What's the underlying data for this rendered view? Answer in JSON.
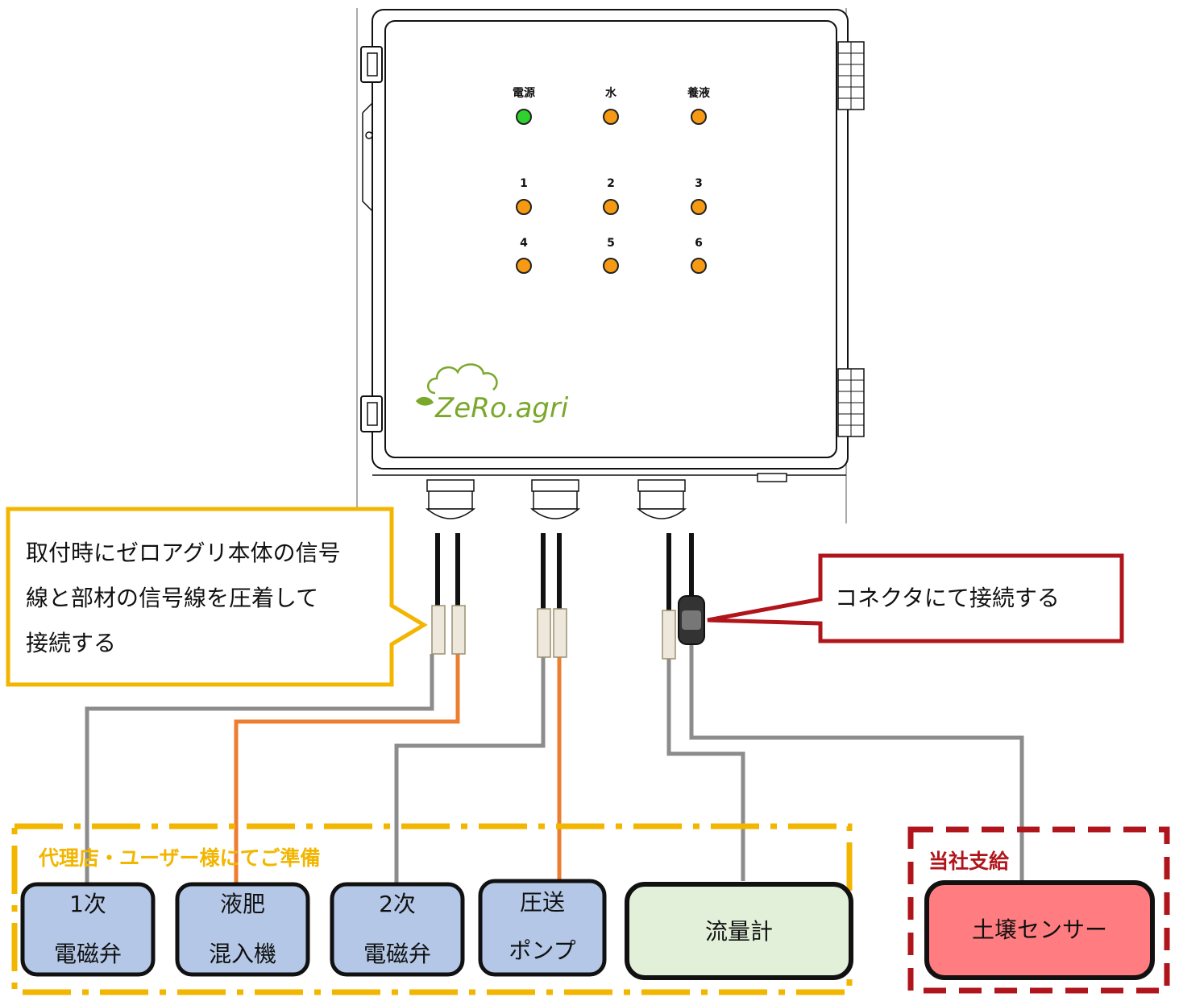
{
  "controller": {
    "status_leds": [
      {
        "label": "電源",
        "color": "#2ed12e"
      },
      {
        "label": "水",
        "color": "#f59a12"
      },
      {
        "label": "養液",
        "color": "#f59a12"
      }
    ],
    "channel_leds": [
      {
        "label": "1",
        "color": "#f59a12"
      },
      {
        "label": "2",
        "color": "#f59a12"
      },
      {
        "label": "3",
        "color": "#f59a12"
      },
      {
        "label": "4",
        "color": "#f59a12"
      },
      {
        "label": "5",
        "color": "#f59a12"
      },
      {
        "label": "6",
        "color": "#f59a12"
      }
    ],
    "logo_text": "ZeRo.agri"
  },
  "callouts": {
    "crimp_note": {
      "lines": [
        "取付時にゼロアグリ本体の信号",
        "線と部材の信号線を圧着して",
        "接続する"
      ]
    },
    "connector_note": {
      "text": "コネクタにて接続する"
    }
  },
  "groups": {
    "dealer": {
      "title": "代理店・ユーザー様にてご準備",
      "color": "#f2b600"
    },
    "company": {
      "title": "当社支給",
      "color": "#b0151b"
    }
  },
  "devices": [
    {
      "lines": [
        "1次",
        "電磁弁"
      ],
      "fill": "#b4c7e7"
    },
    {
      "lines": [
        "液肥",
        "混入機"
      ],
      "fill": "#b4c7e7"
    },
    {
      "lines": [
        "2次",
        "電磁弁"
      ],
      "fill": "#b4c7e7"
    },
    {
      "lines": [
        "圧送",
        "ポンプ"
      ],
      "fill": "#b4c7e7"
    },
    {
      "lines": [
        "流量計"
      ],
      "fill": "#e2efd9"
    },
    {
      "lines": [
        "土壌センサー"
      ],
      "fill": "#ff7c80"
    }
  ],
  "wire_colors": {
    "signal": "#111111",
    "gray": "#8c8c8c",
    "orange": "#ed7d31"
  }
}
